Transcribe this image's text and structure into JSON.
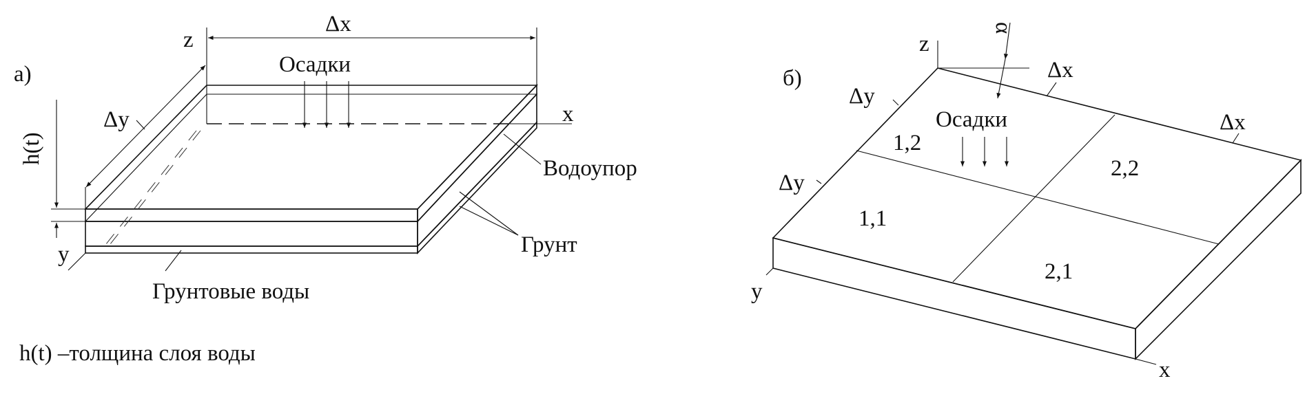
{
  "colors": {
    "top_face": "#b7b7b7",
    "dark_layer": "#6e6e6e",
    "side_face": "#777777",
    "light_layer": "#a9a9a9"
  },
  "panel_a": {
    "label": "а)",
    "axis_z": "z",
    "axis_x": "x",
    "axis_y": "y",
    "dx": "Δx",
    "dy": "Δy",
    "precip": "Осадки",
    "h": "h(t)",
    "aquitard": "Водоупор",
    "soil": "Грунт",
    "groundwater": "Грунтовые воды",
    "legend": "h(t) –толщина слоя воды"
  },
  "panel_b": {
    "label": "б)",
    "axis_z": "z",
    "axis_x": "x",
    "axis_y": "y",
    "alpha": "α",
    "dx1": "Δx",
    "dx2": "Δx",
    "dy1": "Δy",
    "dy2": "Δy",
    "precip": "Осадки",
    "cells": [
      "1,2",
      "2,2",
      "1,1",
      "2,1"
    ]
  }
}
